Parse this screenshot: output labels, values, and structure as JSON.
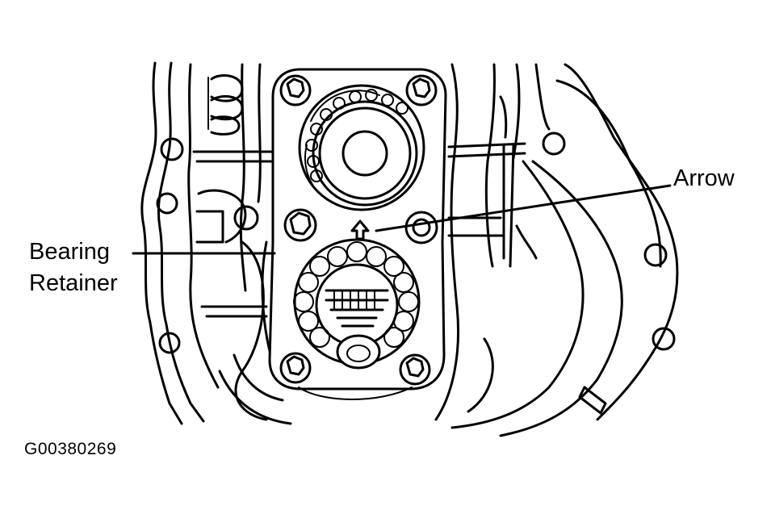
{
  "labels": {
    "arrow": "Arrow",
    "bearing_retainer_line1": "Bearing",
    "bearing_retainer_line2": "Retainer"
  },
  "figure_id": "G00380269"
}
